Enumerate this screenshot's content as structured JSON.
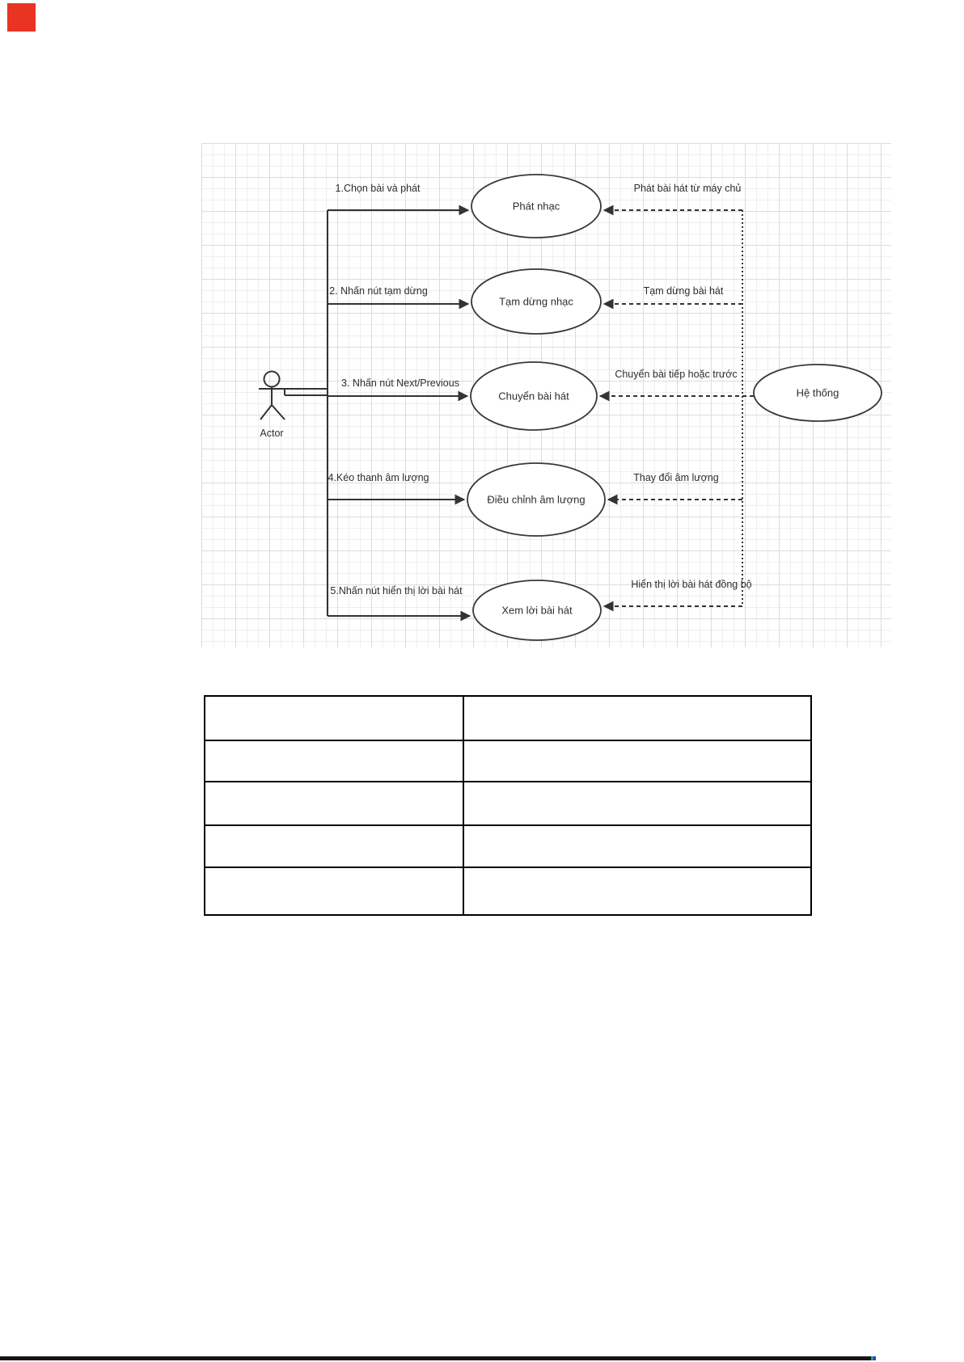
{
  "colors": {
    "marker_red": "#ea3423",
    "bottom_bar": "#161616",
    "bottom_accent_teal": "#12a97d",
    "bottom_accent_blue": "#3333d8",
    "diagram_stroke": "#383838"
  },
  "diagram": {
    "actor": {
      "label": "Actor"
    },
    "system": {
      "label": "Hệ thống"
    },
    "use_cases": [
      {
        "name": "Phát nhạc",
        "actor_action": "1.Chọn bài và phát",
        "system_response": "Phát bài hát từ máy chủ"
      },
      {
        "name": "Tạm dừng nhạc",
        "actor_action": "2. Nhấn nút tạm dừng",
        "system_response": "Tạm dừng bài hát"
      },
      {
        "name": "Chuyển bài hát",
        "actor_action": "3. Nhấn nút Next/Previous",
        "system_response": "Chuyển bài tiếp hoặc trước"
      },
      {
        "name": "Điều chỉnh âm lượng",
        "actor_action": "4.Kéo thanh âm lượng",
        "system_response": "Thay đổi âm lượng"
      },
      {
        "name": "Xem lời bài hát",
        "actor_action": "5.Nhấn nút hiển thị lời bài hát",
        "system_response": "Hiển thị lời bài hát đồng bộ"
      }
    ]
  },
  "table": {
    "rows": 5,
    "columns": 2,
    "cells": [
      [
        "",
        ""
      ],
      [
        "",
        ""
      ],
      [
        "",
        ""
      ],
      [
        "",
        ""
      ],
      [
        "",
        ""
      ]
    ]
  }
}
